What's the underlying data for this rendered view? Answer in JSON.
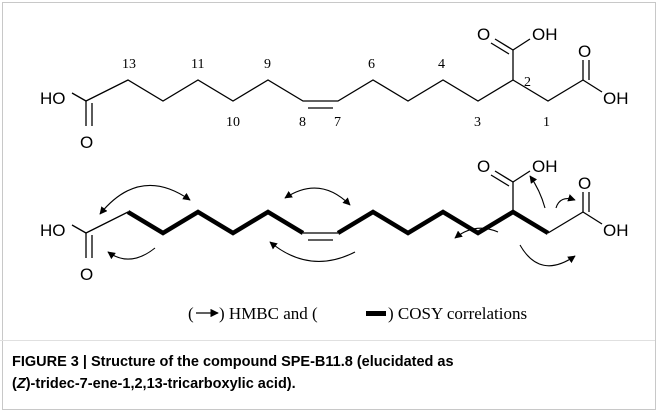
{
  "figure": {
    "structure1": {
      "labels": {
        "ho_left": "HO",
        "o_bottom": "O",
        "o_top": "O",
        "oh_top": "OH",
        "o_right": "O",
        "oh_right": "OH"
      },
      "numbers": [
        "1",
        "2",
        "3",
        "4",
        "6",
        "7",
        "8",
        "9",
        "10",
        "11",
        "13"
      ]
    },
    "structure2": {
      "labels": {
        "ho_left": "HO",
        "o_bottom": "O",
        "o_top": "O",
        "oh_top": "OH",
        "o_right": "O",
        "oh_right": "OH"
      }
    },
    "legend": {
      "open": "(",
      "hmbc_text": ") HMBC and (",
      "cosy_text": ") COSY correlations"
    },
    "caption": {
      "label": "FIGURE 3 | Structure of the compound SPE-B11.8 (elucidated as",
      "line2_open": "(",
      "line2_z": "Z",
      "line2_rest": ")-tridec-7-ene-1,2,13-tricarboxylic acid)."
    }
  }
}
